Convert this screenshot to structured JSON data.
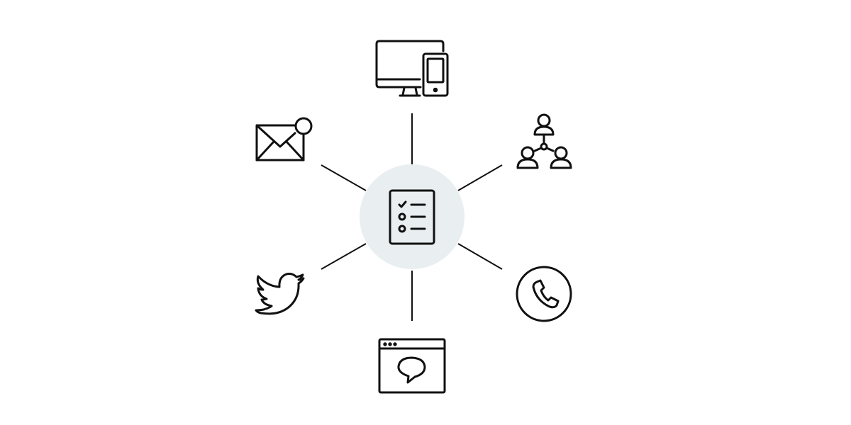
{
  "diagram": {
    "center": {
      "icon": "checklist-icon",
      "fill": "#e9eef0"
    },
    "nodes": [
      {
        "icon": "devices-icon",
        "position": "top"
      },
      {
        "icon": "team-network-icon",
        "position": "top-right"
      },
      {
        "icon": "phone-call-icon",
        "position": "bottom-right"
      },
      {
        "icon": "browser-chat-icon",
        "position": "bottom"
      },
      {
        "icon": "twitter-bird-icon",
        "position": "bottom-left"
      },
      {
        "icon": "email-notification-icon",
        "position": "top-left"
      }
    ],
    "colors": {
      "stroke": "#111111",
      "center_fill": "#e9eef0",
      "background": "#ffffff"
    }
  }
}
